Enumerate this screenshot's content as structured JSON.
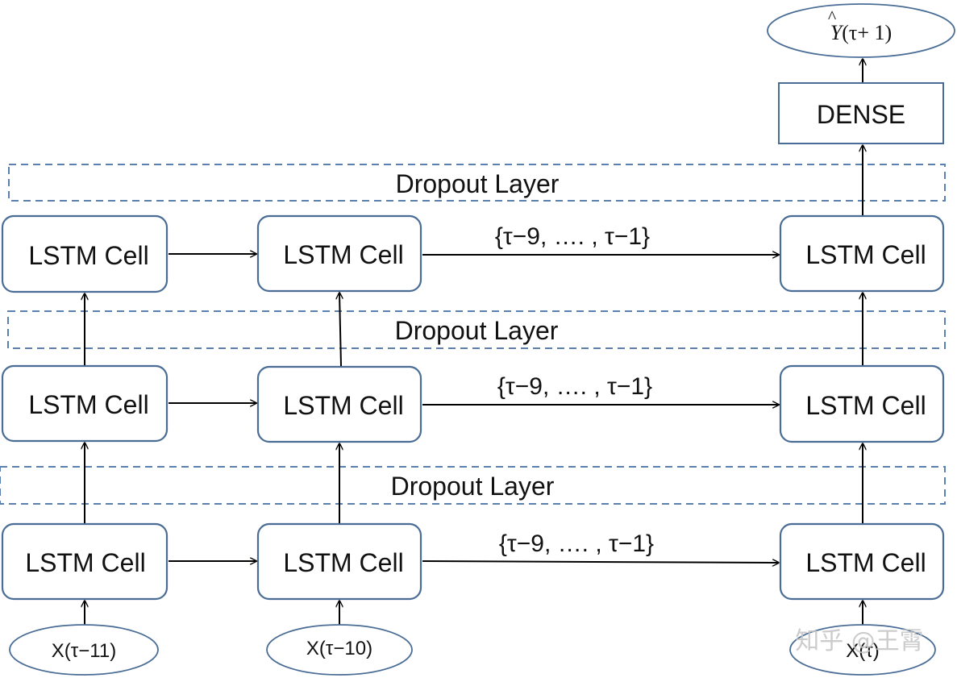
{
  "cell_label": "LSTM Cell",
  "dropout_label": "Dropout Layer",
  "dense_label": "DENSE",
  "sequence_label": "{τ−9, …. , τ−1}",
  "inputs": [
    "X(τ−11)",
    "X(τ−10)",
    "X(τ)"
  ],
  "output": {
    "symbol": "Y",
    "hat": "^",
    "suffix": "(τ+ 1)"
  },
  "watermark": "知乎 @王霄",
  "colors": {
    "box_stroke": "#4a6d96",
    "dropout_stroke": "#5b7fae",
    "arrow": "#000000"
  }
}
